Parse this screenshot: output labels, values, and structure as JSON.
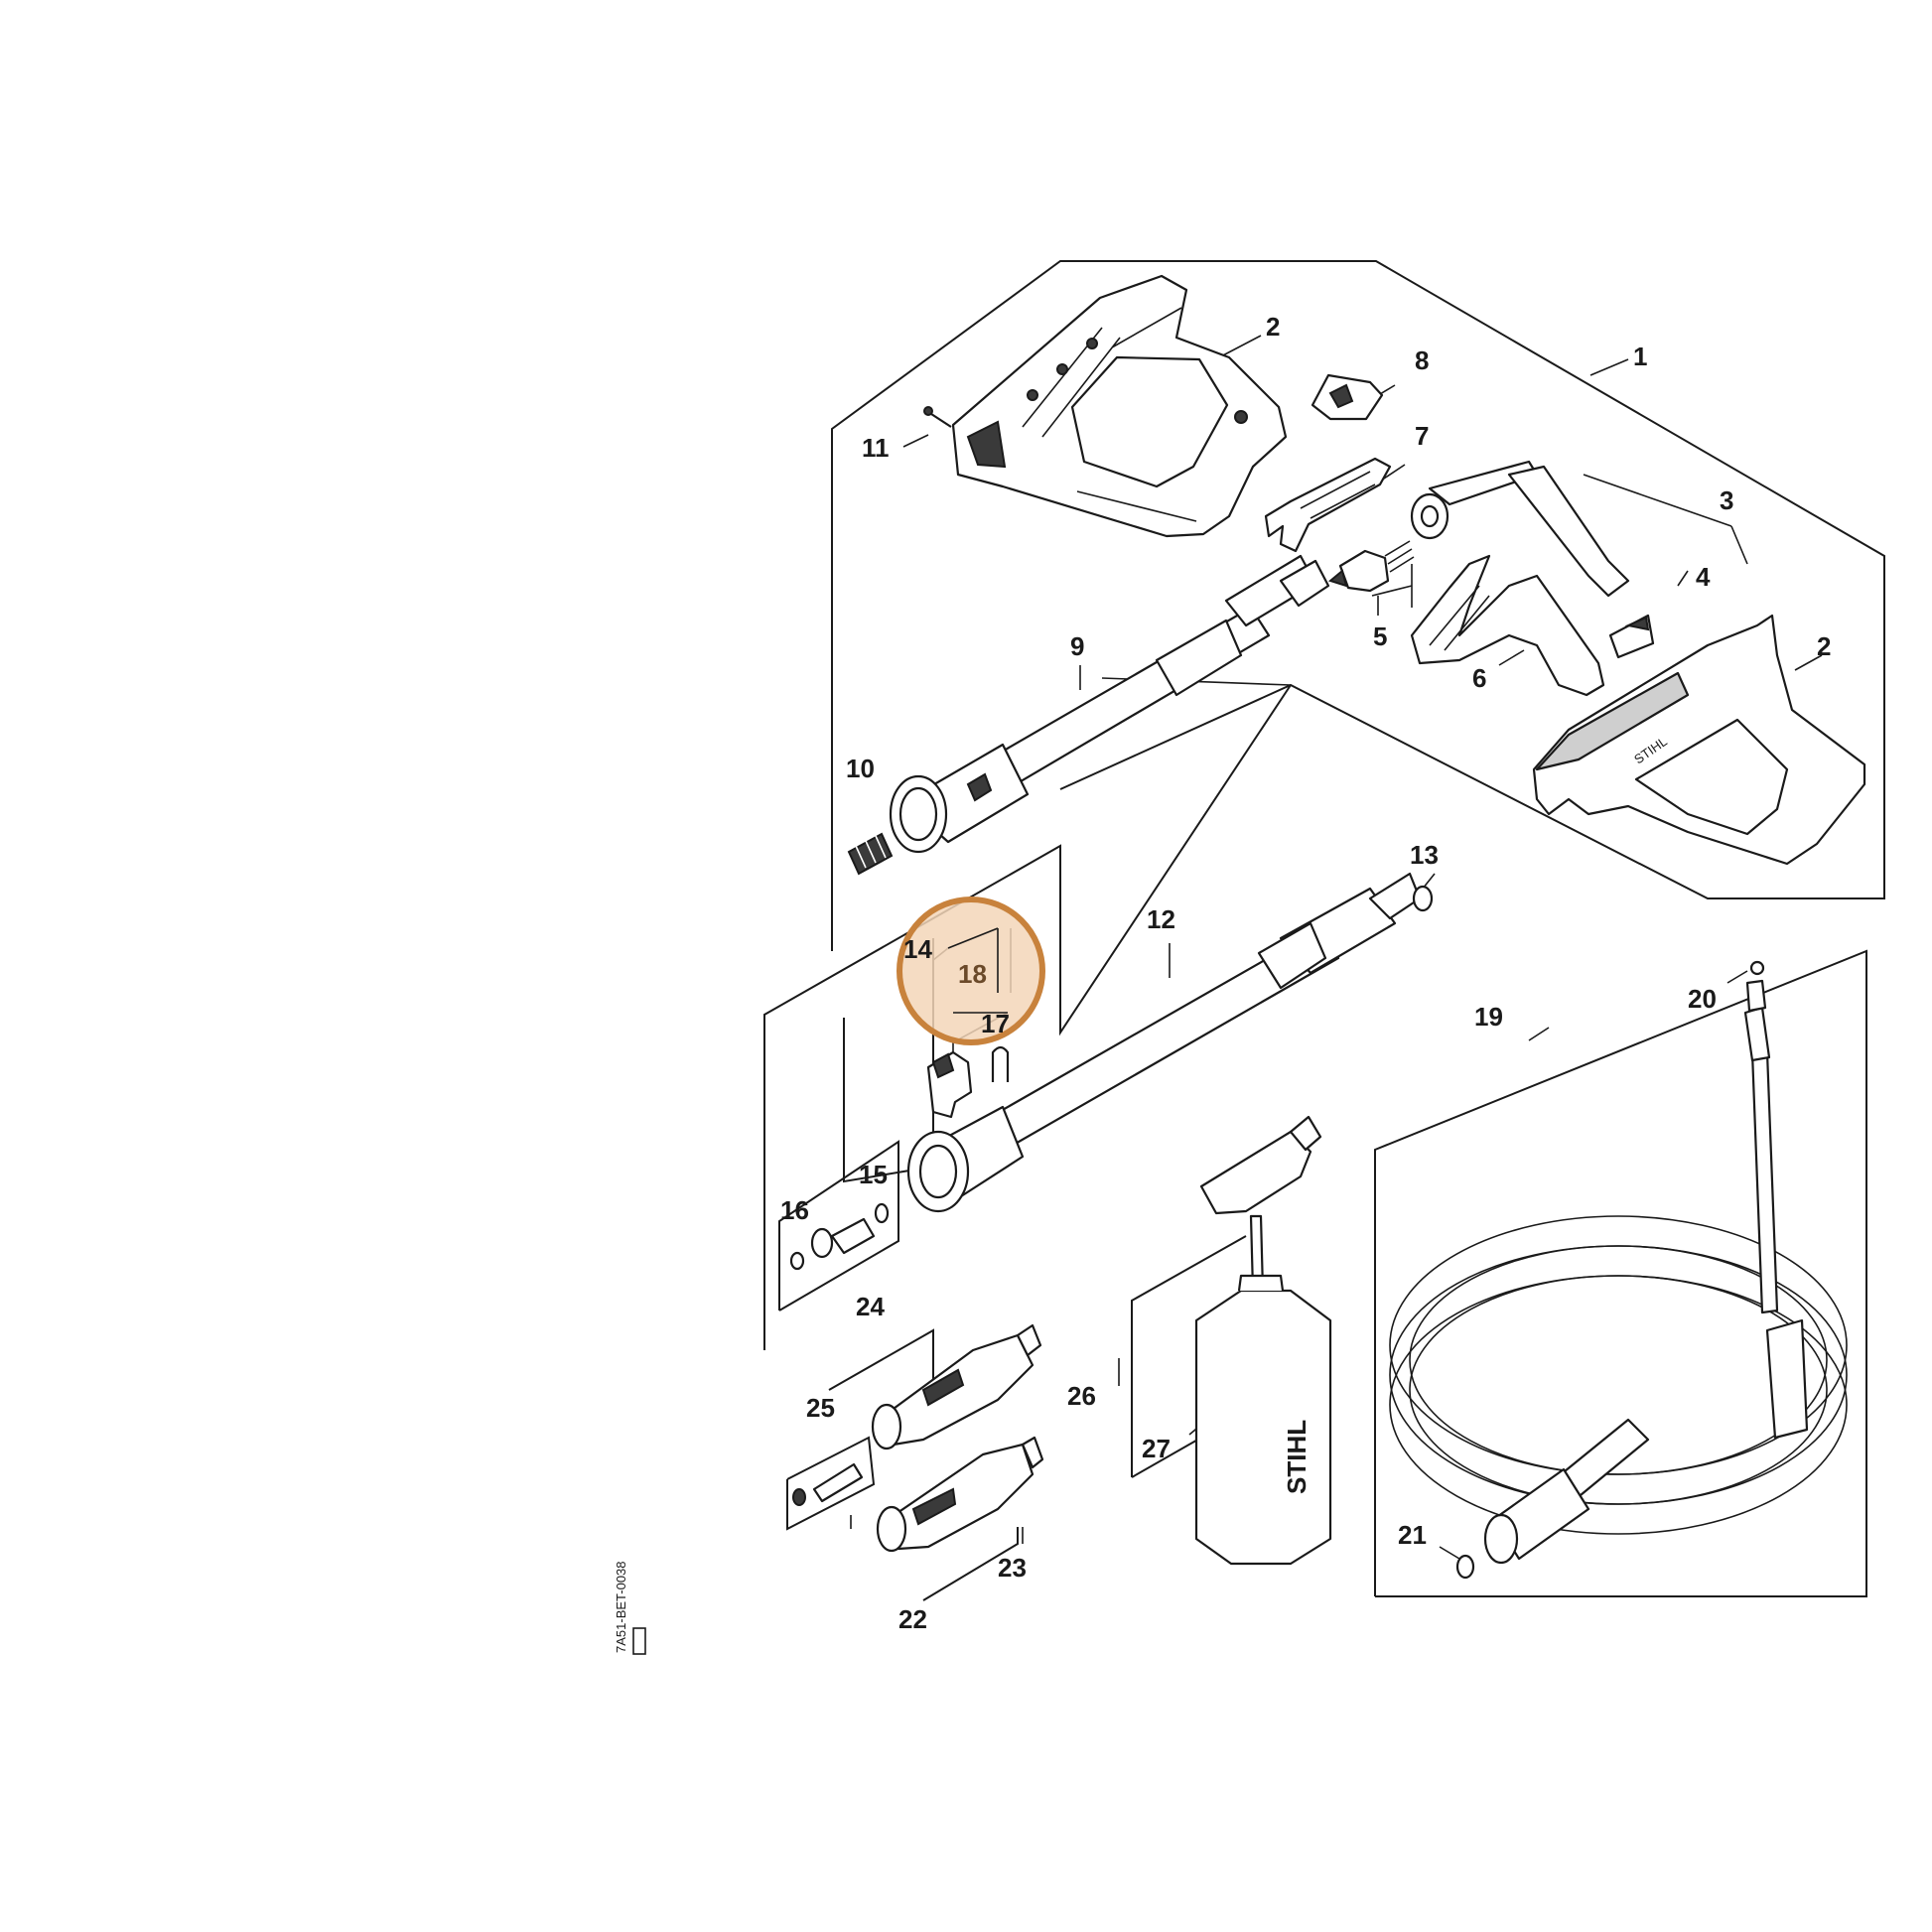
{
  "labels": {
    "l1": "1",
    "l2a": "2",
    "l2b": "2",
    "l3": "3",
    "l4": "4",
    "l5": "5",
    "l6": "6",
    "l7": "7",
    "l8": "8",
    "l9": "9",
    "l10": "10",
    "l11": "11",
    "l12": "12",
    "l13": "13",
    "l14": "14",
    "l15": "15",
    "l16": "16",
    "l17": "17",
    "l18": "18",
    "l19": "19",
    "l20": "20",
    "l21": "21",
    "l22": "22",
    "l23": "23",
    "l24": "24",
    "l25": "25",
    "l26": "26",
    "l27": "27"
  },
  "drawing_code": "7A51-BET-0038",
  "brand_text": "STIHL",
  "highlight": {
    "part": "18",
    "color": "#c8823c",
    "fill": "#f3d6b8"
  }
}
